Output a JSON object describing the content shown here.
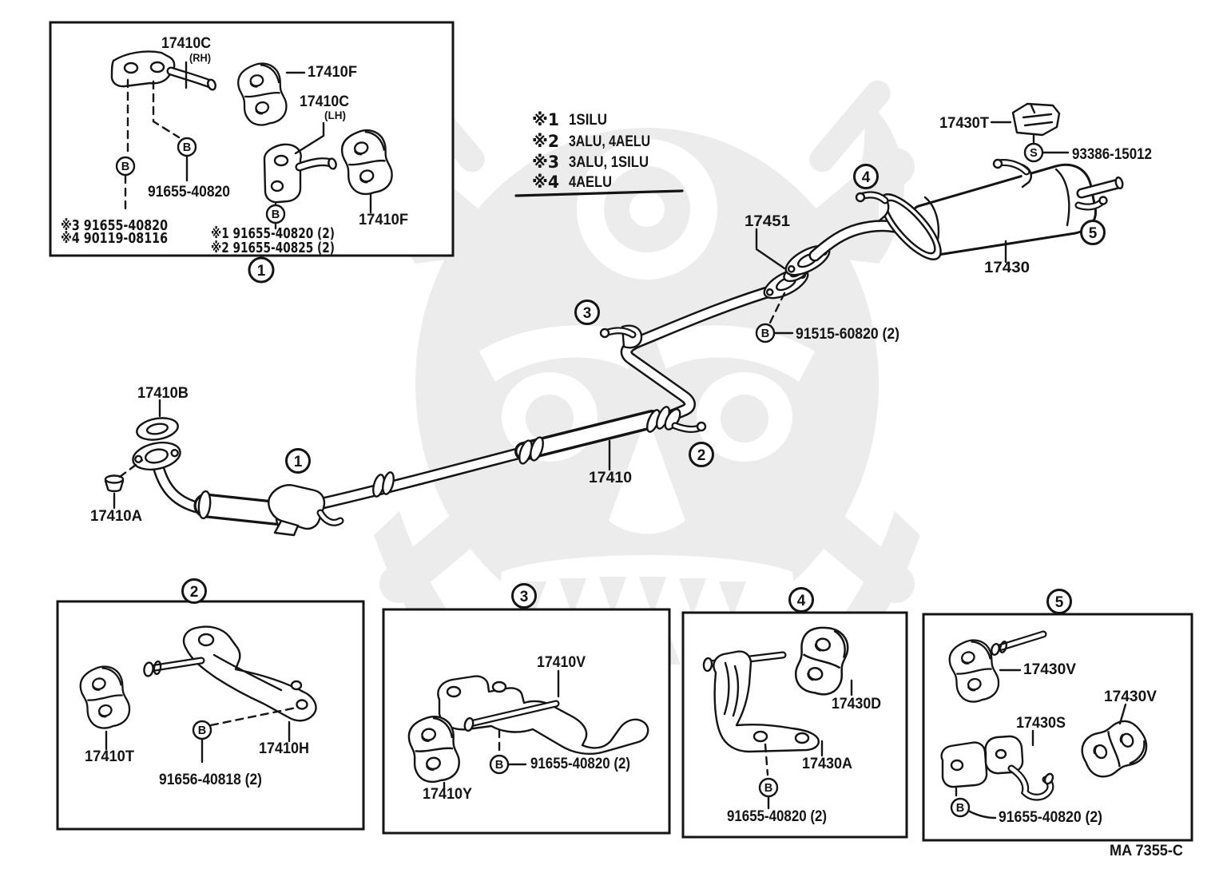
{
  "doc": {
    "code": "MA 7355-C"
  },
  "symbols": {
    "bolt": "B",
    "screw": "S"
  },
  "callouts": {
    "n1": "1",
    "n2": "2",
    "n3": "3",
    "n4": "4",
    "n5": "5"
  },
  "legend": {
    "items": [
      {
        "mark": "※1",
        "value": "1SILU"
      },
      {
        "mark": "※2",
        "value": "3ALU, 4AELU"
      },
      {
        "mark": "※3",
        "value": "3ALU, 1SILU"
      },
      {
        "mark": "※4",
        "value": "4AELU"
      }
    ]
  },
  "inset1": {
    "labels": {
      "bracket_rh": "17410C",
      "bracket_rh_side": "(RH)",
      "hanger_top": "17410F",
      "bracket_lh": "17410C",
      "bracket_lh_side": "(LH)",
      "bolt": "91655-40820",
      "note3": "※3 91655-40820",
      "note4": "※4 90119-08116",
      "note1": "※1 91655-40820 (2)",
      "note2": "※2 91655-40825 (2)",
      "hanger_bottom": "17410F"
    }
  },
  "main": {
    "labels": {
      "front_pipe": "17410",
      "front_gasket": "17410B",
      "front_nut": "17410A",
      "center_gasket": "17451",
      "muffler": "17430",
      "support": "17430T",
      "screw": "93386-15012",
      "center_bolts": "91515-60820 (2)"
    }
  },
  "inset2": {
    "labels": {
      "hanger": "17410T",
      "bracket": "17410H",
      "bolts": "91656-40818 (2)"
    }
  },
  "inset3": {
    "labels": {
      "bracket": "17410V",
      "hanger": "17410Y",
      "bolts": "91655-40820 (2)"
    }
  },
  "inset4": {
    "labels": {
      "damper": "17430D",
      "bracket": "17430A",
      "bolts": "91655-40820 (2)"
    }
  },
  "inset5": {
    "labels": {
      "hanger_front": "17430V",
      "hanger_rear": "17430V",
      "bracket": "17430S",
      "bolts": "91655-40820 (2)"
    }
  }
}
